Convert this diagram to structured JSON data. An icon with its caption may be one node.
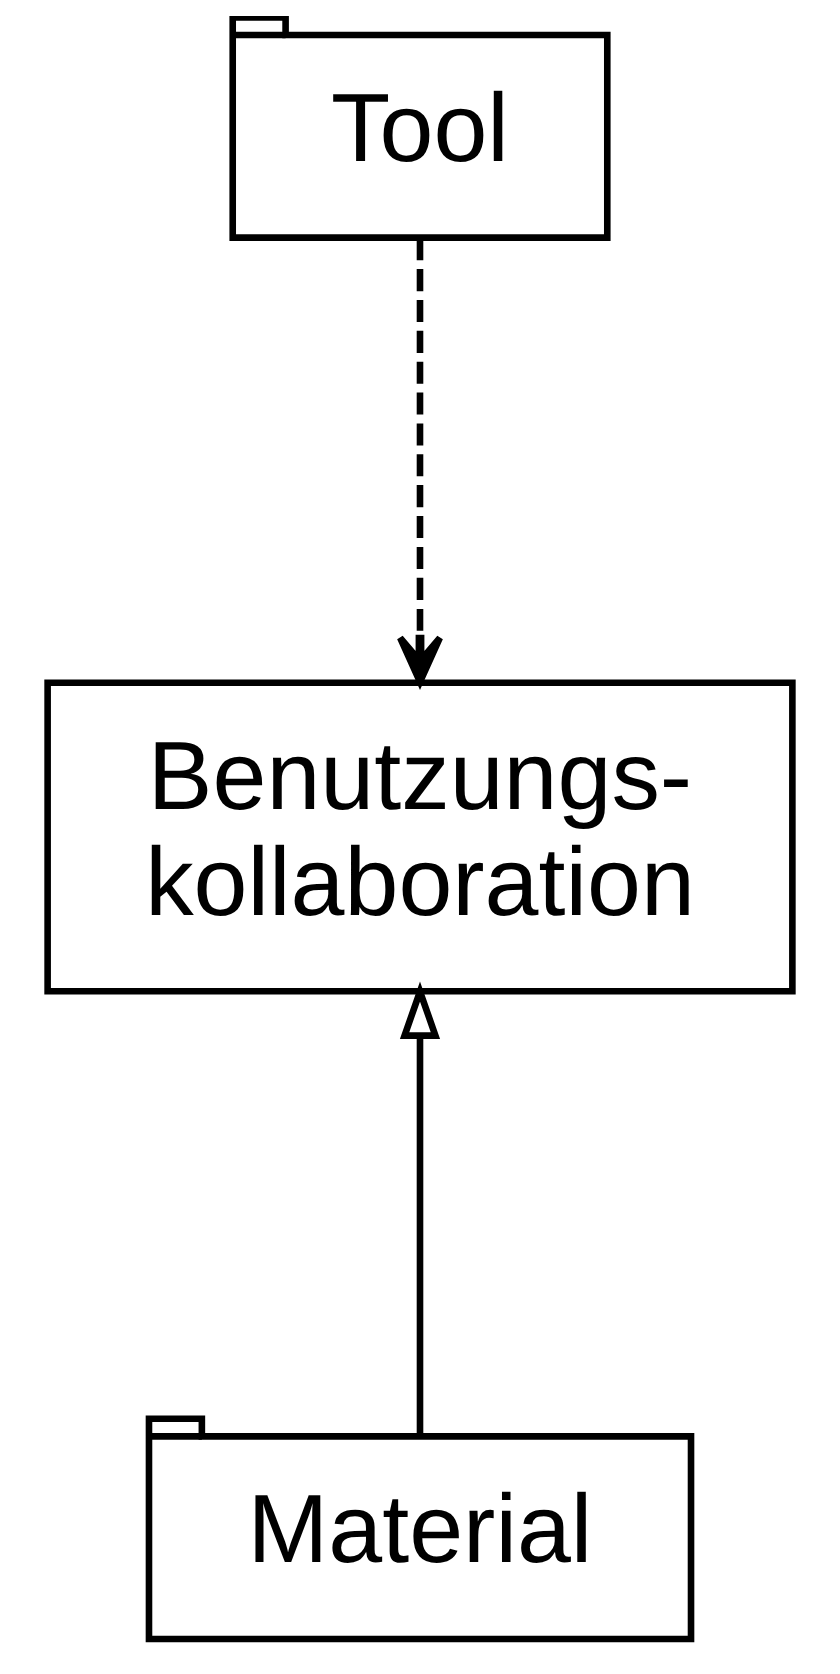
{
  "diagram": {
    "nodes": [
      {
        "text": [
          "Tool"
        ]
      },
      {
        "text": [
          "Benutzungs- kollaboration"
        ]
      },
      {
        "text": [
          "Material"
        ]
      }
    ],
    "edges": [
      {
        "from": 0,
        "to": 1,
        "arrow": "to",
        "style": "dashed"
      },
      {
        "from": 2,
        "to": 1,
        "arrow": "to"
      }
    ]
  }
}
